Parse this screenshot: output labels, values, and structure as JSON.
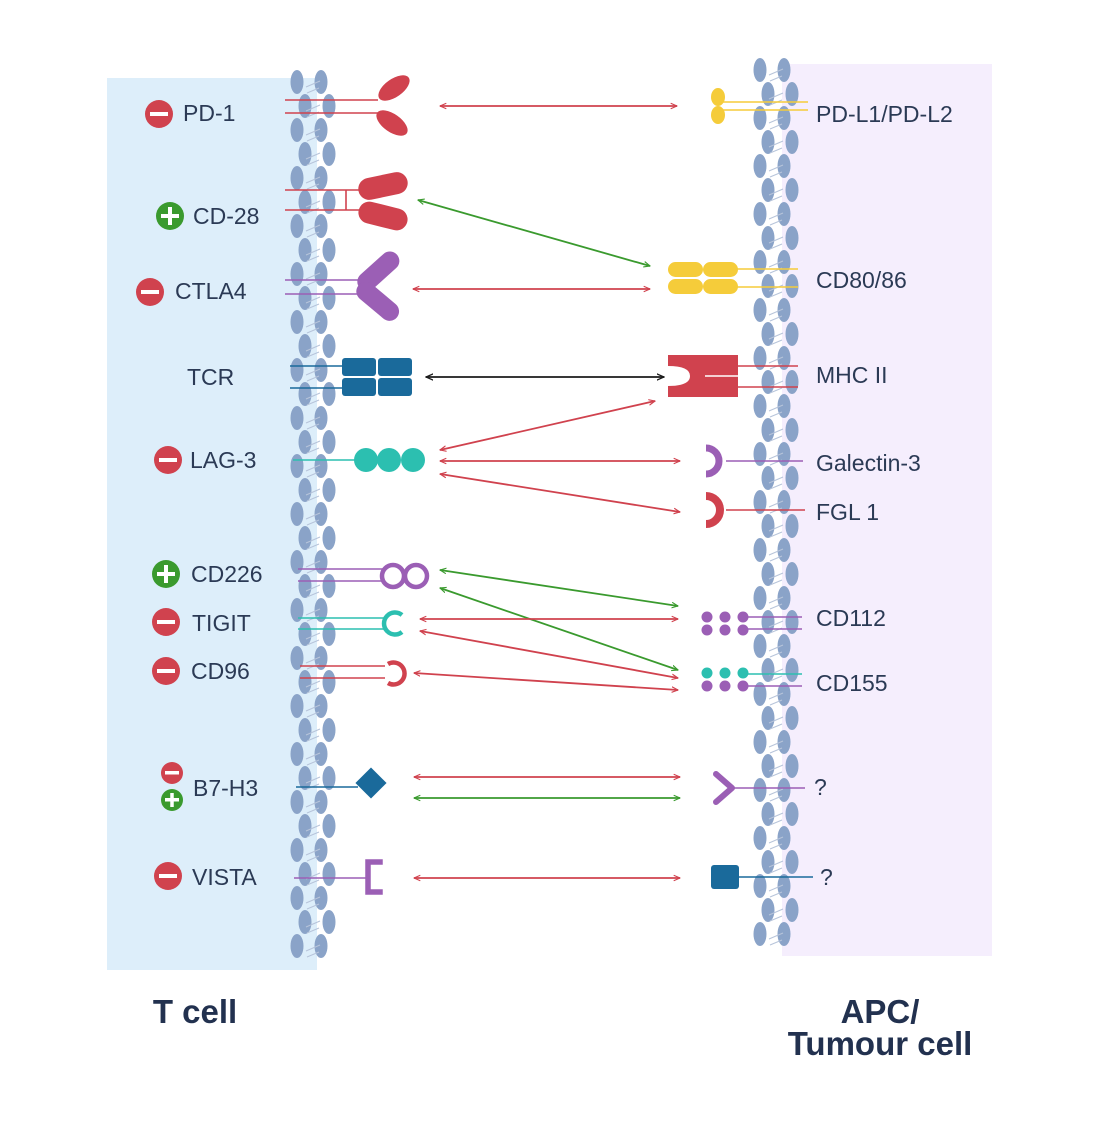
{
  "colors": {
    "tcell_bg": "#ddeefa",
    "apc_bg": "#f5eefd",
    "membrane": "#8aa3c8",
    "inhibit": "#d0424e",
    "activate": "#3a9a2e",
    "neutral": "#1b1b1b",
    "yellow": "#f5cc3a",
    "purple": "#9b5fb5",
    "teal": "#2cbfb0",
    "blue": "#1a6a9b",
    "text": "#2b3a55"
  },
  "tcell": {
    "title": "T cell",
    "receptors": [
      {
        "label": "PD-1",
        "sign": "minus"
      },
      {
        "label": "CD-28",
        "sign": "plus"
      },
      {
        "label": "CTLA4",
        "sign": "minus"
      },
      {
        "label": "TCR",
        "sign": "none"
      },
      {
        "label": "LAG-3",
        "sign": "minus"
      },
      {
        "label": "CD226",
        "sign": "plus"
      },
      {
        "label": "TIGIT",
        "sign": "minus"
      },
      {
        "label": "CD96",
        "sign": "minus"
      },
      {
        "label": "B7-H3",
        "sign": "both"
      },
      {
        "label": "VISTA",
        "sign": "minus"
      }
    ]
  },
  "apc": {
    "title_line1": "APC/",
    "title_line2": "Tumour cell",
    "ligands": [
      {
        "label": "PD-L1/PD-L2"
      },
      {
        "label": "CD80/86"
      },
      {
        "label": "MHC II"
      },
      {
        "label": "Galectin-3"
      },
      {
        "label": "FGL 1"
      },
      {
        "label": "CD112"
      },
      {
        "label": "CD155"
      },
      {
        "label": "?"
      },
      {
        "label": "?"
      }
    ]
  }
}
